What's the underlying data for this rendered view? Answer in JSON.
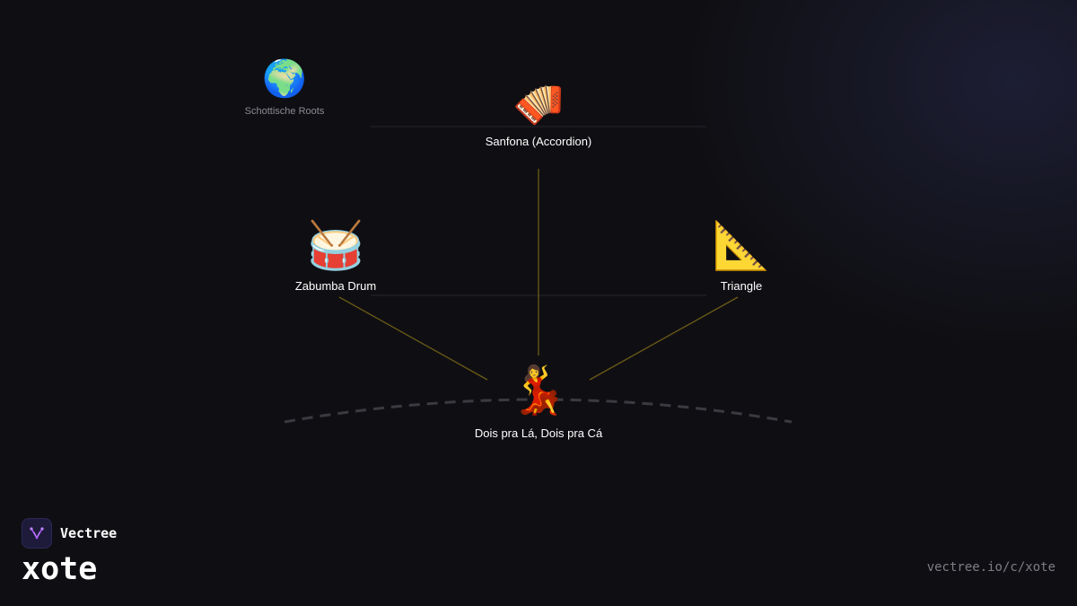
{
  "nodes": {
    "roots": {
      "emoji": "🌍",
      "label": "Schottische Roots"
    },
    "sanfona": {
      "emoji": "🪗",
      "label": "Sanfona (Accordion)"
    },
    "zabumba": {
      "emoji": "🥁",
      "label": "Zabumba Drum"
    },
    "triangle": {
      "emoji": "📐",
      "label": "Triangle"
    },
    "dance": {
      "emoji": "💃",
      "label": "Dois pra Lá, Dois pra Cá"
    }
  },
  "brand": {
    "name": "Vectree",
    "title": "xote",
    "url": "vectree.io/c/xote"
  },
  "colors": {
    "background": "#0f0f13",
    "link": "#6b5a16",
    "divider": "#26262d",
    "arc": "#3a3a40"
  }
}
